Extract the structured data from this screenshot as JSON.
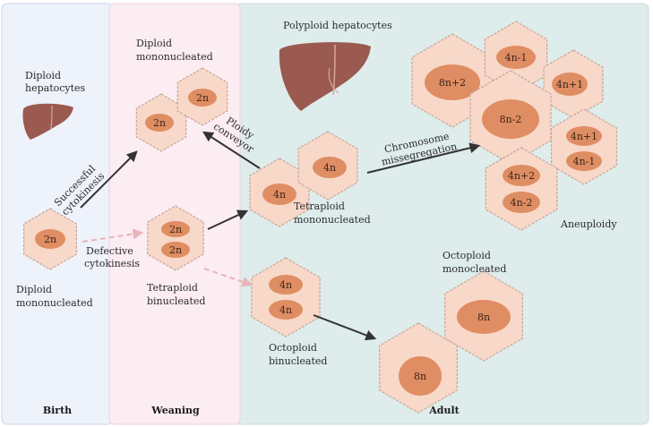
{
  "colors": {
    "birth_bg": "#eef2fb",
    "weaning_bg": "#fcedf3",
    "adult_bg": "#deeceb",
    "cell_fill": "#f8d8c8",
    "cell_stroke": "#c6a79a",
    "nucleus": "#df8d63",
    "liver": "#9a5a50",
    "arrow": "#333333",
    "arrow_faint": "#e9b4b8"
  },
  "phases": {
    "birth": "Birth",
    "weaning": "Weaning",
    "adult": "Adult"
  },
  "labels": {
    "diploid_hepatocytes_1": "Diploid",
    "diploid_hepatocytes_2": "hepatocytes",
    "diploid_mono_top_1": "Diploid",
    "diploid_mono_top_2": "mononucleated",
    "polyploid_hepatocytes": "Polyploid hepatocytes",
    "successful_1": "Successful",
    "successful_2": "cytokinesis",
    "ploidy_1": "Ploidy",
    "ploidy_2": "conveyor",
    "chromosome_1": "Chromosome",
    "chromosome_2": "missegregation",
    "tetraploid_mono_1": "Tetraploid",
    "tetraploid_mono_2": "mononucleated",
    "defective_1": "Defective",
    "defective_2": "cytokinesis",
    "diploid_mono_left_1": "Diploid",
    "diploid_mono_left_2": "mononucleated",
    "tetraploid_bi_1": "Tetraploid",
    "tetraploid_bi_2": "binucleated",
    "aneuploidy": "Aneuploidy",
    "octoploid_mono_1": "Octoploid",
    "octoploid_mono_2": "monocleated",
    "octoploid_bi_1": "Octoploid",
    "octoploid_bi_2": "binucleated"
  },
  "nuclei": {
    "n2": "2n",
    "n4": "4n",
    "n8": "8n",
    "n8p2": "8n+2",
    "n4m1": "4n-1",
    "n4p1": "4n+1",
    "n8m2": "8n-2",
    "n4p2": "4n+2",
    "n4m2": "4n-2"
  }
}
